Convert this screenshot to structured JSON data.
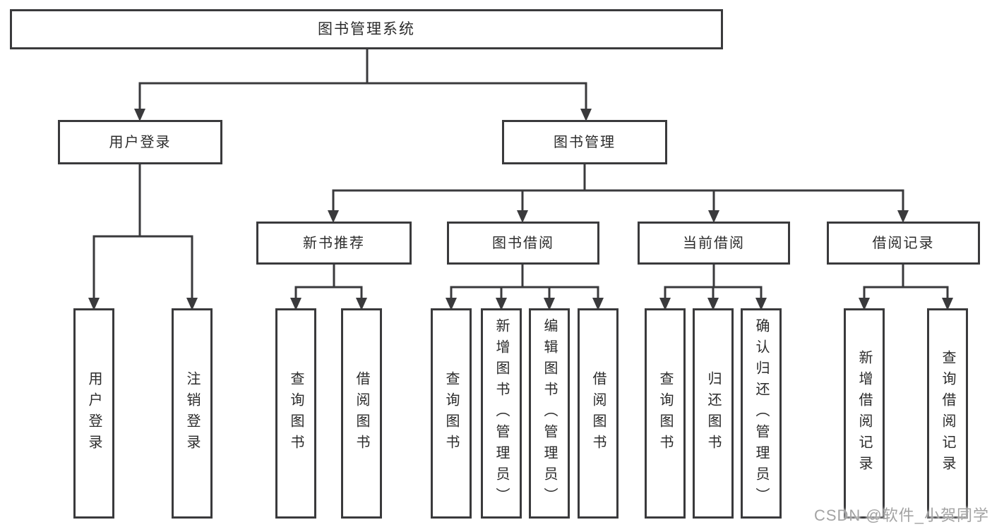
{
  "colors": {
    "line": "#3a3a3c",
    "text": "#2b2b2b",
    "background": "#ffffff",
    "watermark_text": "#a3a3a3"
  },
  "diagram": {
    "root": "图书管理系统",
    "branches": [
      {
        "label": "用户登录",
        "leaves": [
          "用户登录",
          "注销登录"
        ]
      },
      {
        "label": "图书管理",
        "groups": [
          {
            "label": "新书推荐",
            "leaves": [
              "查询图书",
              "借阅图书"
            ]
          },
          {
            "label": "图书借阅",
            "leaves": [
              "查询图书",
              "新增图书（管理员）",
              "编辑图书（管理员）",
              "借阅图书"
            ]
          },
          {
            "label": "当前借阅",
            "leaves": [
              "查询图书",
              "归还图书",
              "确认归还（管理员）"
            ]
          },
          {
            "label": "借阅记录",
            "leaves": [
              "新增借阅记录",
              "查询借阅记录"
            ]
          }
        ]
      }
    ]
  },
  "watermark": {
    "text": "CSDN @软件_小贺同学"
  }
}
